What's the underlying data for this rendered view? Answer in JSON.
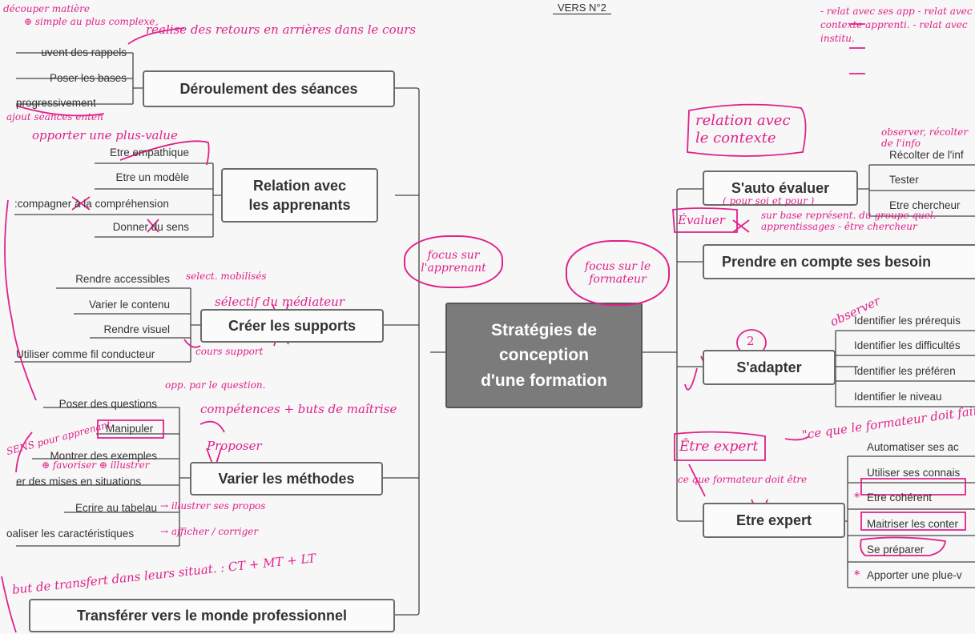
{
  "center": [
    "Stratégies de",
    "conception",
    "d'une formation"
  ],
  "left": {
    "deroulement": {
      "title": "Déroulement des séances",
      "leaves": [
        "uvent des rappels",
        "Poser les bases",
        "progressivement"
      ]
    },
    "relation": {
      "title": [
        "Relation avec",
        "les apprenants"
      ],
      "leaves": [
        "Etre empathique",
        "Etre un modèle",
        ":compagner à la compréhension",
        "Donner du sens"
      ]
    },
    "supports": {
      "title": "Créer les supports",
      "leaves": [
        "Rendre accessibles",
        "Varier le contenu",
        "Rendre visuel",
        "Utiliser comme fil conducteur"
      ]
    },
    "methodes": {
      "title": "Varier les méthodes",
      "leaves": [
        "Poser des questions",
        "Manipuler",
        "Montrer des exemples",
        "er des mises en situations",
        "Ecrire au tabelau",
        "oaliser les caractéristiques"
      ]
    },
    "transferer": {
      "title": "Transférer vers le monde professionnel"
    }
  },
  "right": {
    "evaluer": {
      "title": "S'auto évaluer",
      "leaves": [
        "Récolter de l'inf",
        "Tester",
        "Etre chercheur"
      ]
    },
    "besoins": {
      "title": "Prendre en compte ses besoin"
    },
    "adapter": {
      "title": "S'adapter",
      "leaves": [
        "Identifier les prérequis",
        "Identifier les difficultés",
        "Identifier les préféren",
        "Identifier le niveau"
      ]
    },
    "expert": {
      "title": "Etre expert",
      "leaves": [
        "Automatiser ses ac",
        "Utiliser ses connais",
        "Etre cohérent",
        "Maitriser les conter",
        "Se préparer",
        "Apporter une plue-v"
      ]
    }
  },
  "annotations": {
    "top_tag": "VERS N°2",
    "decouper": "découper matière",
    "simple": "⊕ simple au plus complexe",
    "retours": "réalise des retours en arrières dans le cours",
    "ajout": "ajout séances enten",
    "opporter": "opporter une plus-value",
    "select": "select. mobilisés",
    "selectif": "sélectif du médiateur",
    "cours_support": "cours support",
    "opp_questions": "opp. par le question.",
    "competences": "compétences + buts de maîtrise",
    "proposer": "Proposer",
    "sens": "SENS pour apprenant",
    "favoriser": "⊕ favoriser ⊕ illustrer",
    "illustrer": "→ illustrer ses propos",
    "afficher": "→ afficher / corriger",
    "transfert": "but de transfert dans leurs situat. : CT + MT + LT",
    "focus_apprenant": "focus sur l'apprenant",
    "focus_formateur": "focus sur le formateur",
    "relation_contexte": "relation avec le contexte",
    "pour_soi": "( pour soi et pour )",
    "evaluer_tag": "Évaluer",
    "sur_base": "sur base représent. du groupe quel. apprentissages - être chercheur",
    "observer_top": "observer, récolter de l'info",
    "relat_list": "- relat avec ses app - relat avec contexte apprenti. - relat avec institu.",
    "observer": "observer",
    "circle2": "2",
    "ce_que": "\"ce que le formateur doit faire\"",
    "etre_expert_tag": "Être expert",
    "ce_que_formateur": "ce que formateur doit être",
    "star": "*"
  }
}
